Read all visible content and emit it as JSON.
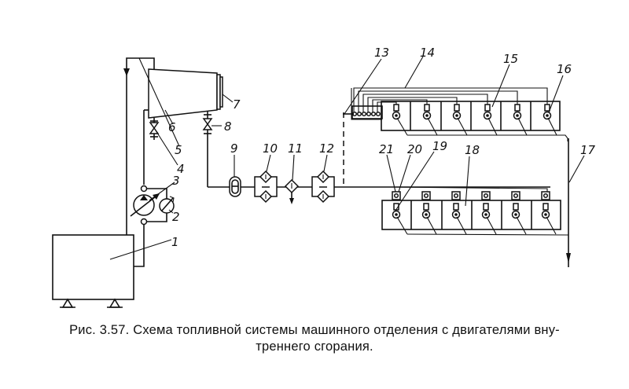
{
  "figure": {
    "caption_line1": "Рис. 3.57. Схема топливной системы машинного отделения с двигателями вну-",
    "caption_line2": "треннего сгорания."
  },
  "labels": {
    "l1": "1",
    "l2": "2",
    "l3": "3",
    "l4": "4",
    "l5": "5",
    "l6": "6",
    "l7": "7",
    "l8": "8",
    "l9": "9",
    "l10": "10",
    "l11": "11",
    "l12": "12",
    "l13": "13",
    "l14": "14",
    "l15": "15",
    "l16": "16",
    "l17": "17",
    "l18": "18",
    "l19": "19",
    "l20": "20",
    "l21": "21"
  },
  "engines": {
    "upper_cylinders": 6,
    "lower_cylinders": 6
  }
}
